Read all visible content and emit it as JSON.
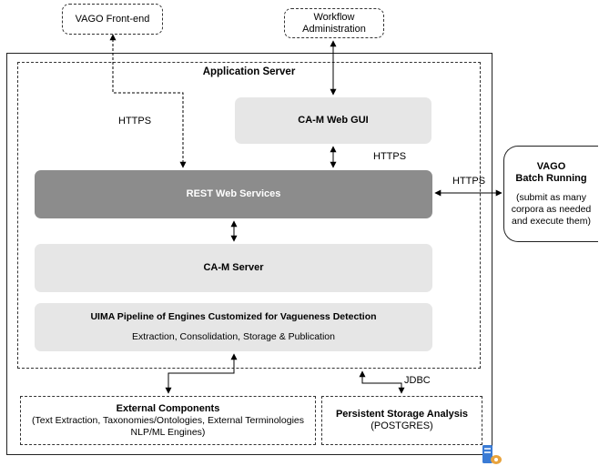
{
  "nodes": {
    "vago_frontend": "VAGO Front-end",
    "workflow_admin": "Workflow\nAdministration",
    "app_server": "Application Server",
    "cam_web_gui": "CA-M Web GUI",
    "rest_ws": "REST Web Services",
    "cam_server": "CA-M Server",
    "uima_title": "UIMA Pipeline of Engines Customized for Vagueness Detection",
    "uima_sub": "Extraction, Consolidation, Storage & Publication",
    "ext_title": "External Components",
    "ext_sub": "(Text Extraction, Taxonomies/Ontologies, External Terminologies\nNLP/ML Engines)",
    "persist_title": "Persistent Storage Analysis",
    "persist_sub": "(POSTGRES)",
    "batch_title": "VAGO\nBatch Running",
    "batch_sub": "(submit as many\ncorpora as needed\nand execute them)"
  },
  "edges": {
    "https_frontend": "HTTPS",
    "https_gui": "HTTPS",
    "https_batch": "HTTPS",
    "jdbc": "JDBC"
  },
  "colors": {
    "rest_fill": "#8c8c8c",
    "component_fill": "#e6e6e6",
    "db_icon": "#3a7bd5",
    "db_accent": "#e8a33d"
  },
  "icons": {
    "database": "database-server-icon"
  }
}
